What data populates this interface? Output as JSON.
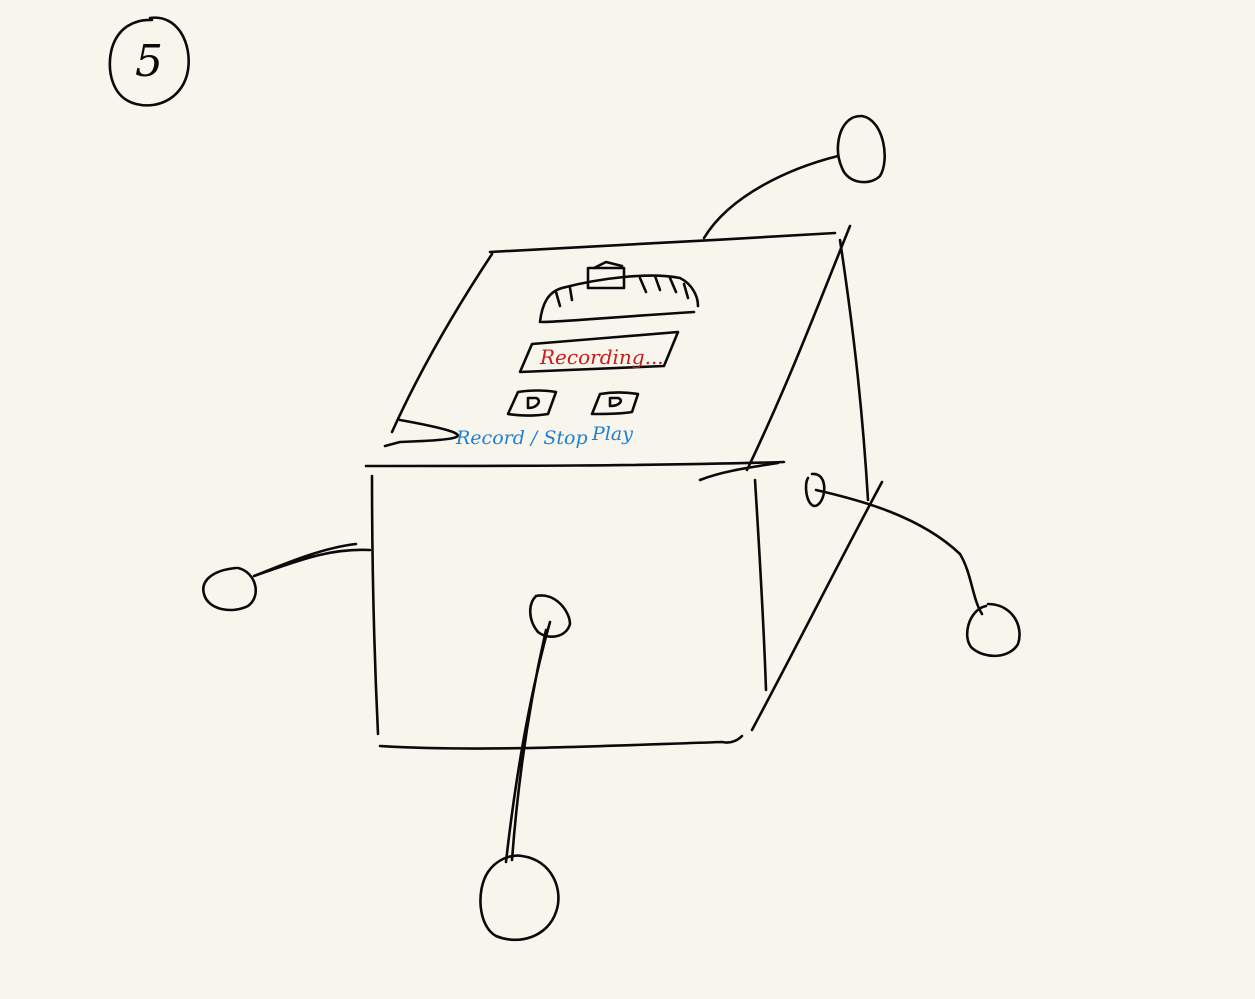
{
  "sketch": {
    "step_number": "5",
    "display_text": "Recording...",
    "record_stop_label": "Record / Stop",
    "play_label": "Play"
  },
  "colors": {
    "background": "#f8f6ec",
    "ink": "#0a0a0a",
    "display_text_color": "#cc1b1b",
    "label_color": "#1e7fd6"
  }
}
